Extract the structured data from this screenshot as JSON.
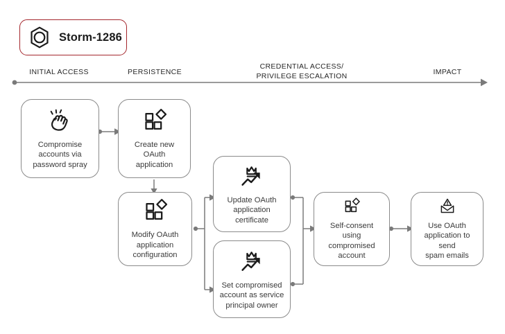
{
  "actor": {
    "name": "Storm-1286",
    "icon": "hexagon-ring-icon",
    "border_color": "#a4262c"
  },
  "timeline": {
    "icon": "timeline-arrow-icon",
    "line_color": "#7a7a7a",
    "phases": [
      {
        "label": "INITIAL ACCESS"
      },
      {
        "label": "PERSISTENCE"
      },
      {
        "label": "CREDENTIAL ACCESS/\nPRIVILEGE ESCALATION"
      },
      {
        "label": "IMPACT"
      }
    ]
  },
  "nodes": [
    {
      "id": "compromise-accounts",
      "icon": "password-spray-fist-icon",
      "label": "Compromise\naccounts via\npassword spray"
    },
    {
      "id": "create-oauth-app",
      "icon": "app-grid-icon",
      "label": "Create new OAuth\napplication"
    },
    {
      "id": "modify-oauth-config",
      "icon": "app-grid-icon",
      "label": "Modify OAuth\napplication\nconfiguration"
    },
    {
      "id": "update-oauth-certificate",
      "icon": "crown-arrow-up-icon",
      "label": "Update OAuth\napplication\ncertificate"
    },
    {
      "id": "set-service-principal-owner",
      "icon": "crown-arrow-up-icon",
      "label": "Set compromised\naccount as service\nprincipal owner"
    },
    {
      "id": "self-consent",
      "icon": "app-grid-icon",
      "label": "Self-consent using\ncompromised\naccount"
    },
    {
      "id": "send-spam-emails",
      "icon": "envelope-warning-icon",
      "label": "Use OAuth\napplication to send\nspam emails"
    }
  ],
  "edges": [
    {
      "from": "compromise-accounts",
      "to": "create-oauth-app"
    },
    {
      "from": "create-oauth-app",
      "to": "modify-oauth-config"
    },
    {
      "from": "modify-oauth-config",
      "to": "update-oauth-certificate"
    },
    {
      "from": "modify-oauth-config",
      "to": "set-service-principal-owner"
    },
    {
      "from": "update-oauth-certificate",
      "to": "self-consent"
    },
    {
      "from": "set-service-principal-owner",
      "to": "self-consent"
    },
    {
      "from": "self-consent",
      "to": "send-spam-emails"
    }
  ]
}
